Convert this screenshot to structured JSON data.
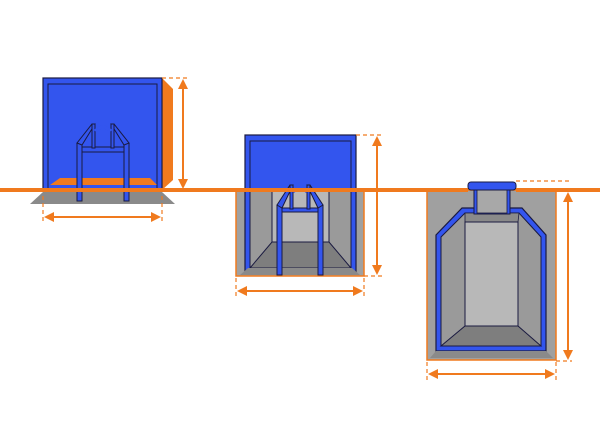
{
  "colors": {
    "pool_blue": "#3355ee",
    "outline": "#1a1a40",
    "dimension_orange": "#f07a1e",
    "ground_gray": "#8a8a8a",
    "wall_gray": "#9a9a9a",
    "back_wall_gray": "#b8b8b8",
    "floor_gray": "#7e7e7e"
  },
  "pools": [
    {
      "type": "above-ground"
    },
    {
      "type": "semi-inground"
    },
    {
      "type": "inground"
    }
  ]
}
